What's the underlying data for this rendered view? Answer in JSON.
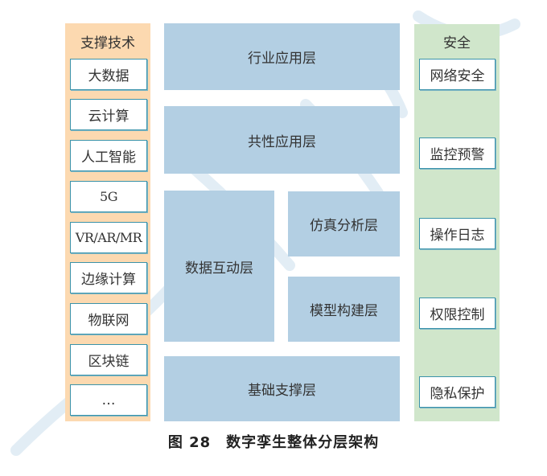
{
  "left_panel": {
    "title": "支撑技术",
    "items": [
      "大数据",
      "云计算",
      "人工智能",
      "5G",
      "VR/AR/MR",
      "边缘计算",
      "物联网",
      "区块链",
      "…"
    ]
  },
  "layers": {
    "industry_app": "行业应用层",
    "common_app": "共性应用层",
    "data_interaction": "数据互动层",
    "simulation": "仿真分析层",
    "modeling": "模型构建层",
    "foundation": "基础支撑层"
  },
  "right_panel": {
    "title": "安全",
    "items": [
      "网络安全",
      "监控预警",
      "操作日志",
      "权限控制",
      "隐私保护"
    ]
  },
  "caption": "图 28　数字孪生整体分层架构",
  "colors": {
    "support_panel": "#fcd9b0",
    "security_panel": "#d0e6cb",
    "layer_fill": "#b3cfe3",
    "item_border": "#3b93aa"
  }
}
